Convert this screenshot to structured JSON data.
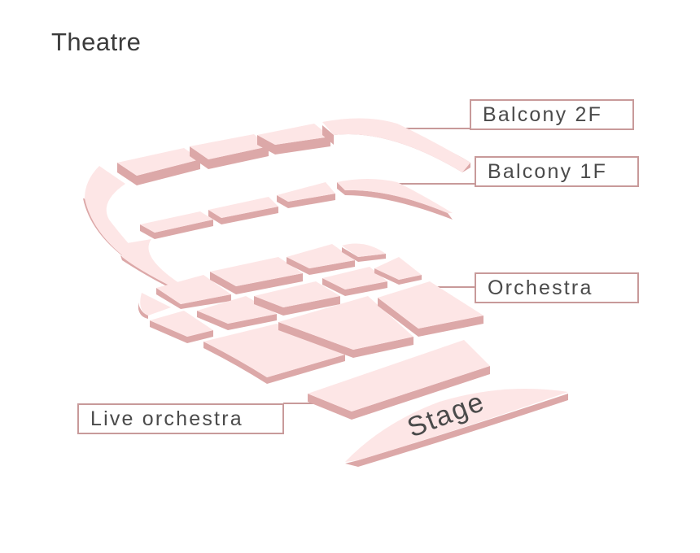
{
  "title": "Theatre",
  "labels": {
    "balcony_2f": "Balcony 2F",
    "balcony_1f": "Balcony 1F",
    "orchestra": "Orchestra",
    "live_orchestra": "Live orchestra",
    "stage": "Stage"
  },
  "colors": {
    "section_top": "#fde6e6",
    "section_side": "#dca8a8",
    "leader_line": "#c89a9a",
    "text": "#4a4a4a"
  }
}
